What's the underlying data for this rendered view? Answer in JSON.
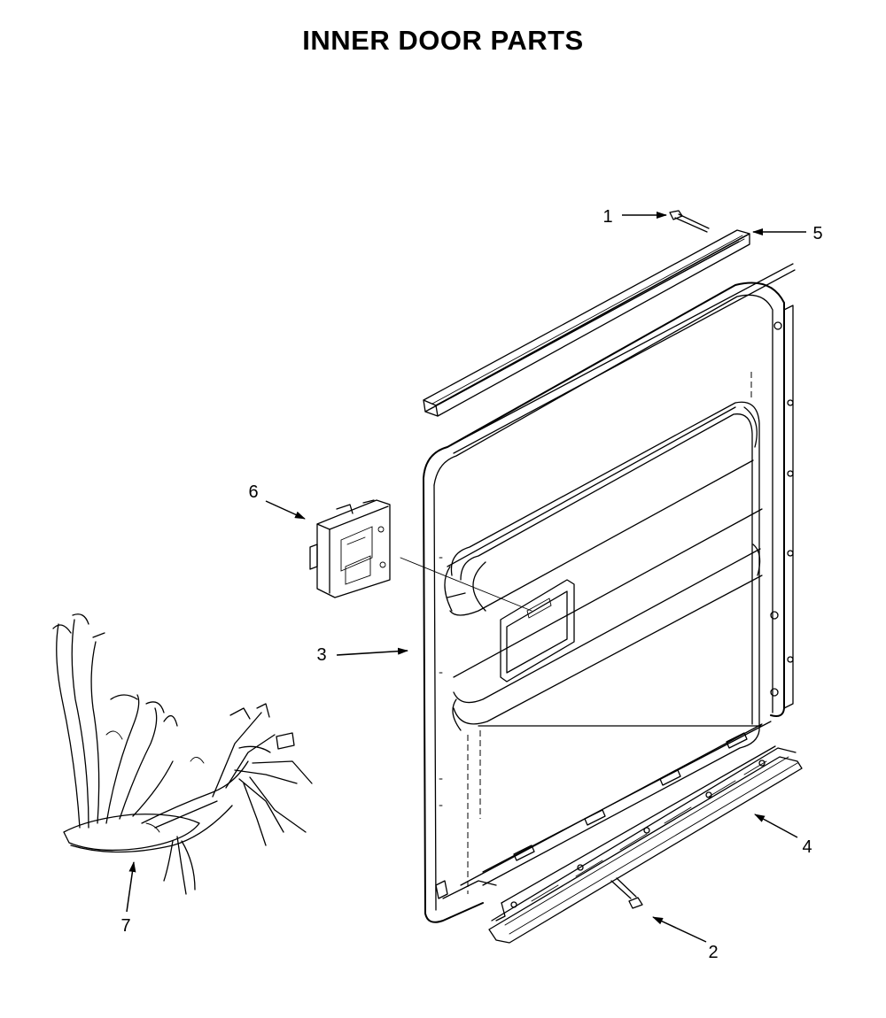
{
  "title": "INNER DOOR PARTS",
  "callouts": [
    {
      "id": "1",
      "label": "1"
    },
    {
      "id": "2",
      "label": "2"
    },
    {
      "id": "3",
      "label": "3"
    },
    {
      "id": "4",
      "label": "4"
    },
    {
      "id": "5",
      "label": "5"
    },
    {
      "id": "6",
      "label": "6"
    },
    {
      "id": "7",
      "label": "7"
    }
  ],
  "colors": {
    "ink": "#000000",
    "paper": "#ffffff"
  }
}
